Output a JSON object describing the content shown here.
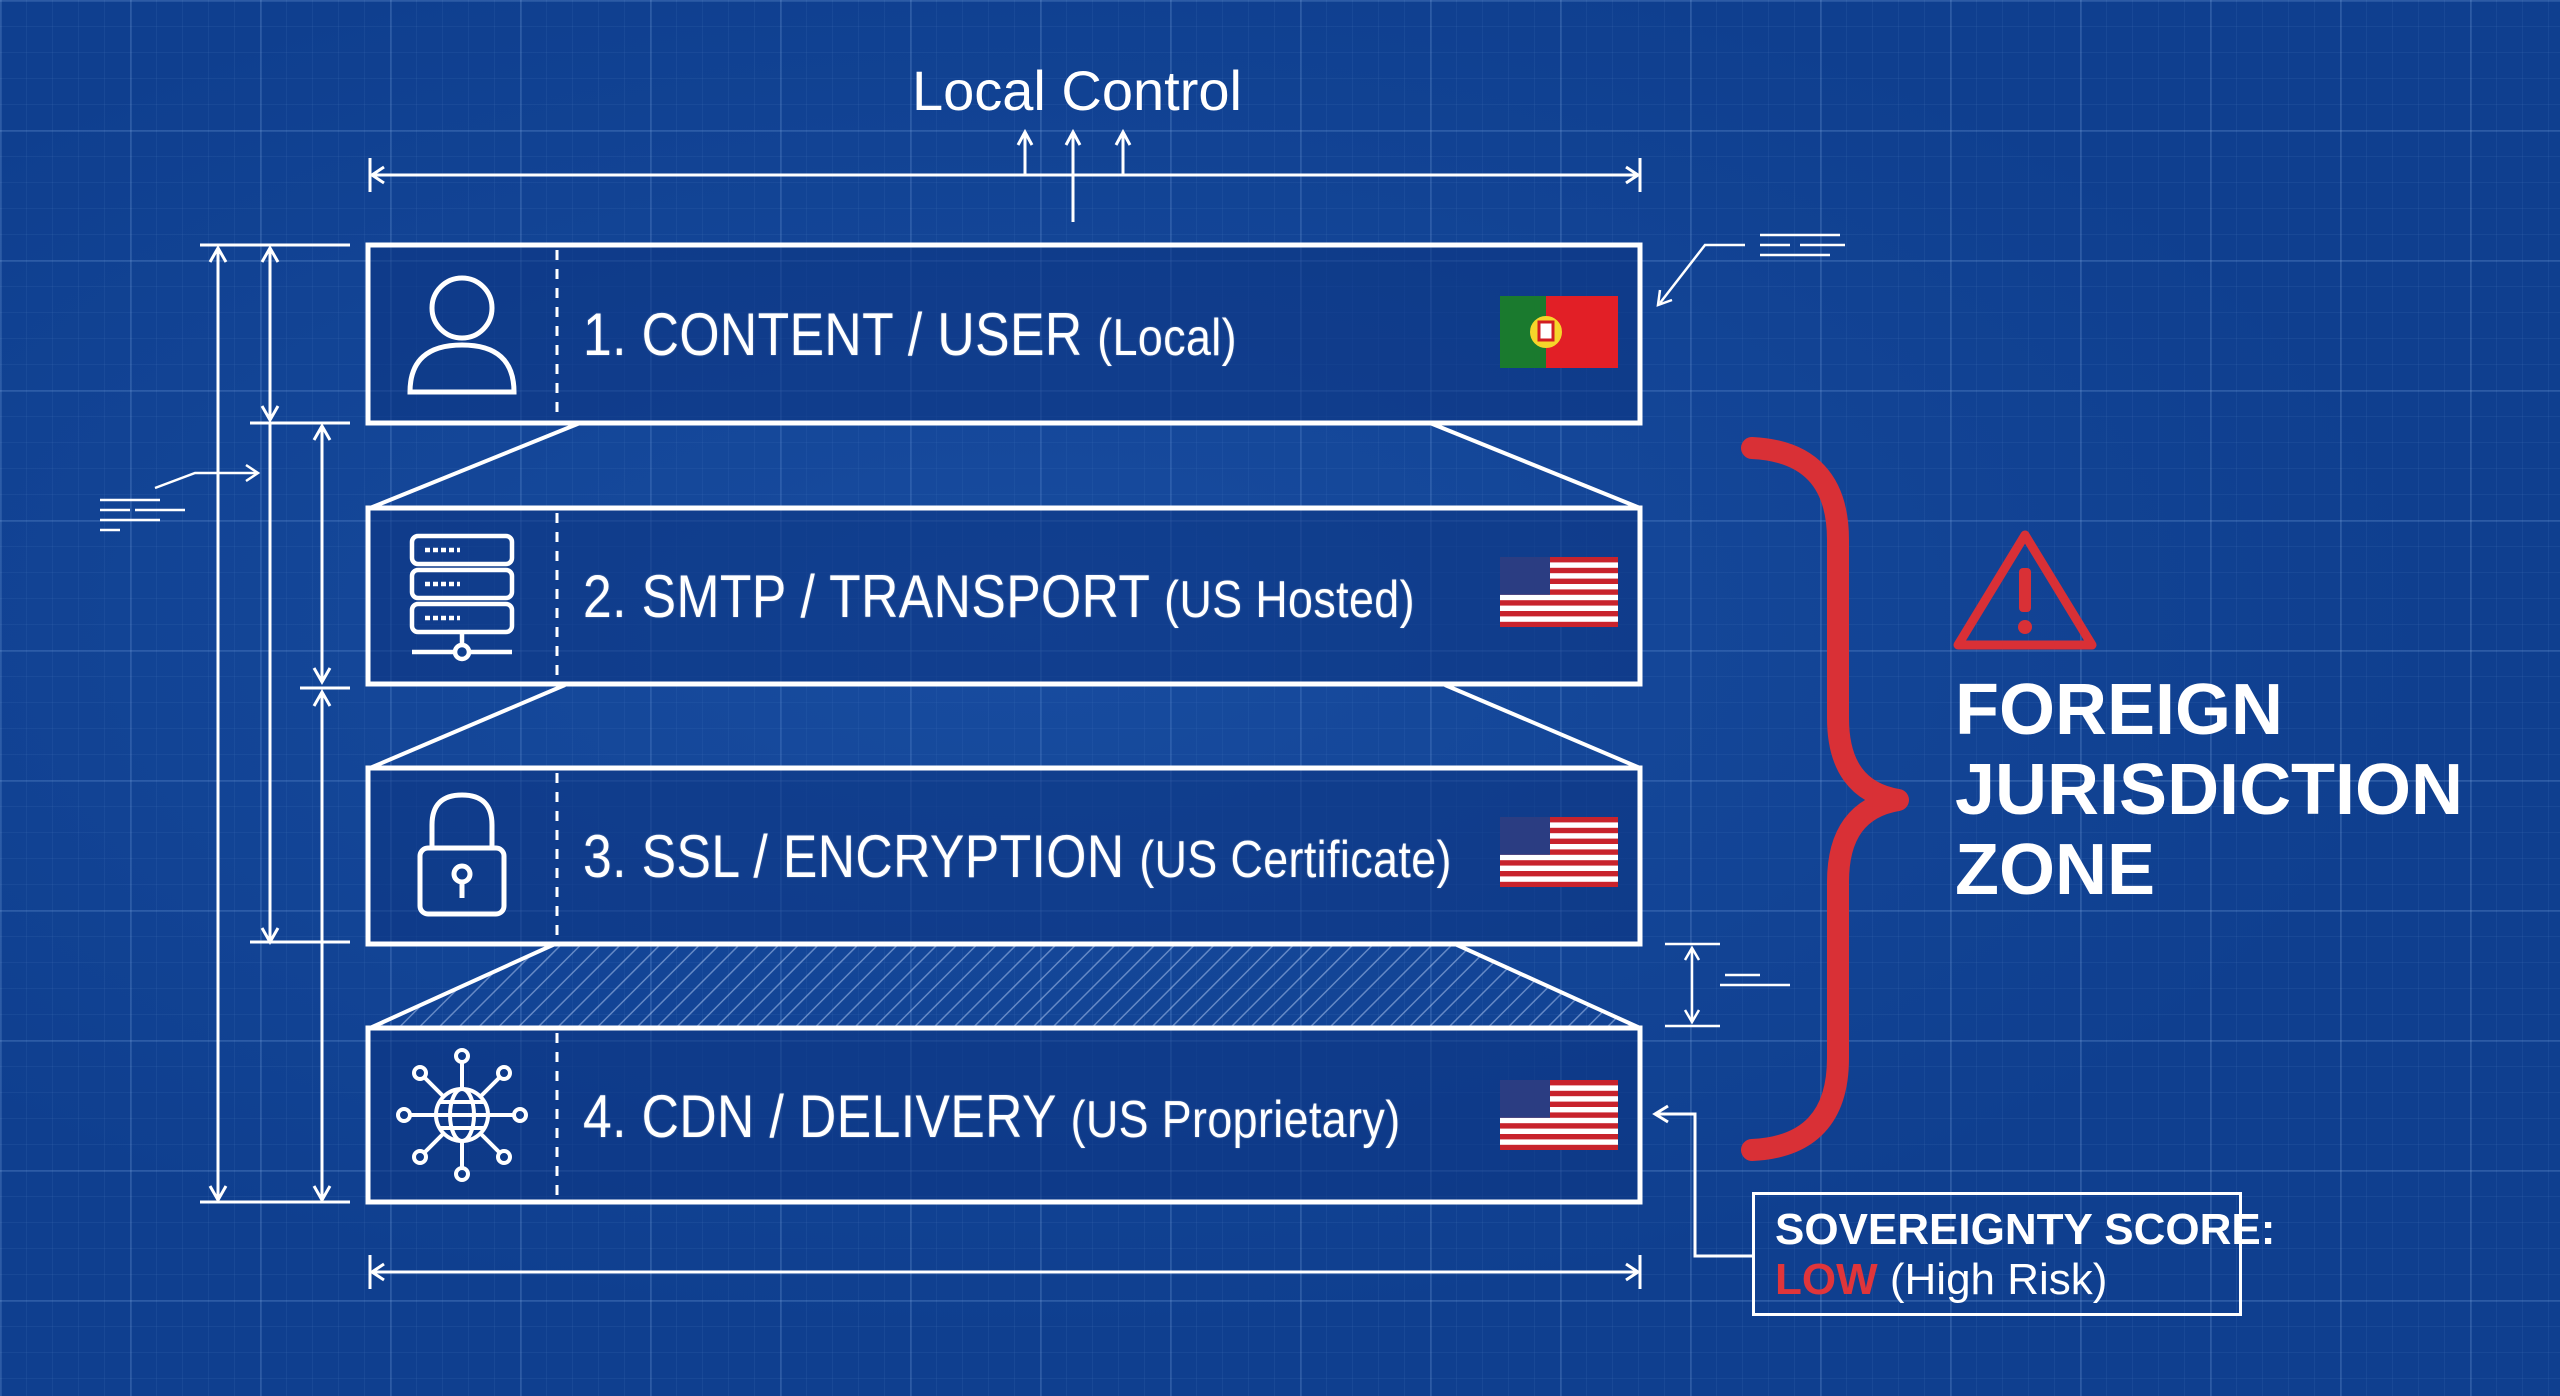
{
  "header": {
    "title": "Local Control"
  },
  "layers": [
    {
      "number": "1.",
      "name": "CONTENT / USER",
      "qualifier": "(Local)",
      "icon": "user-icon",
      "flag": "portugal-flag"
    },
    {
      "number": "2.",
      "name": "SMTP / TRANSPORT",
      "qualifier": "(US Hosted)",
      "icon": "server-icon",
      "flag": "us-flag"
    },
    {
      "number": "3.",
      "name": "SSL / ENCRYPTION",
      "qualifier": "(US Certificate)",
      "icon": "lock-icon",
      "flag": "us-flag"
    },
    {
      "number": "4.",
      "name": "CDN / DELIVERY",
      "qualifier": "(US Proprietary)",
      "icon": "globe-network-icon",
      "flag": "us-flag"
    }
  ],
  "zone": {
    "icon": "warning-icon",
    "line1": "FOREIGN",
    "line2": "JURISDICTION",
    "line3": "ZONE"
  },
  "score": {
    "label": "SOVEREIGNTY SCORE:",
    "level": "LOW",
    "note": "(High Risk)"
  },
  "colors": {
    "background": "#0f3f8f",
    "line": "#ffffff",
    "accent_red": "#d93036"
  }
}
